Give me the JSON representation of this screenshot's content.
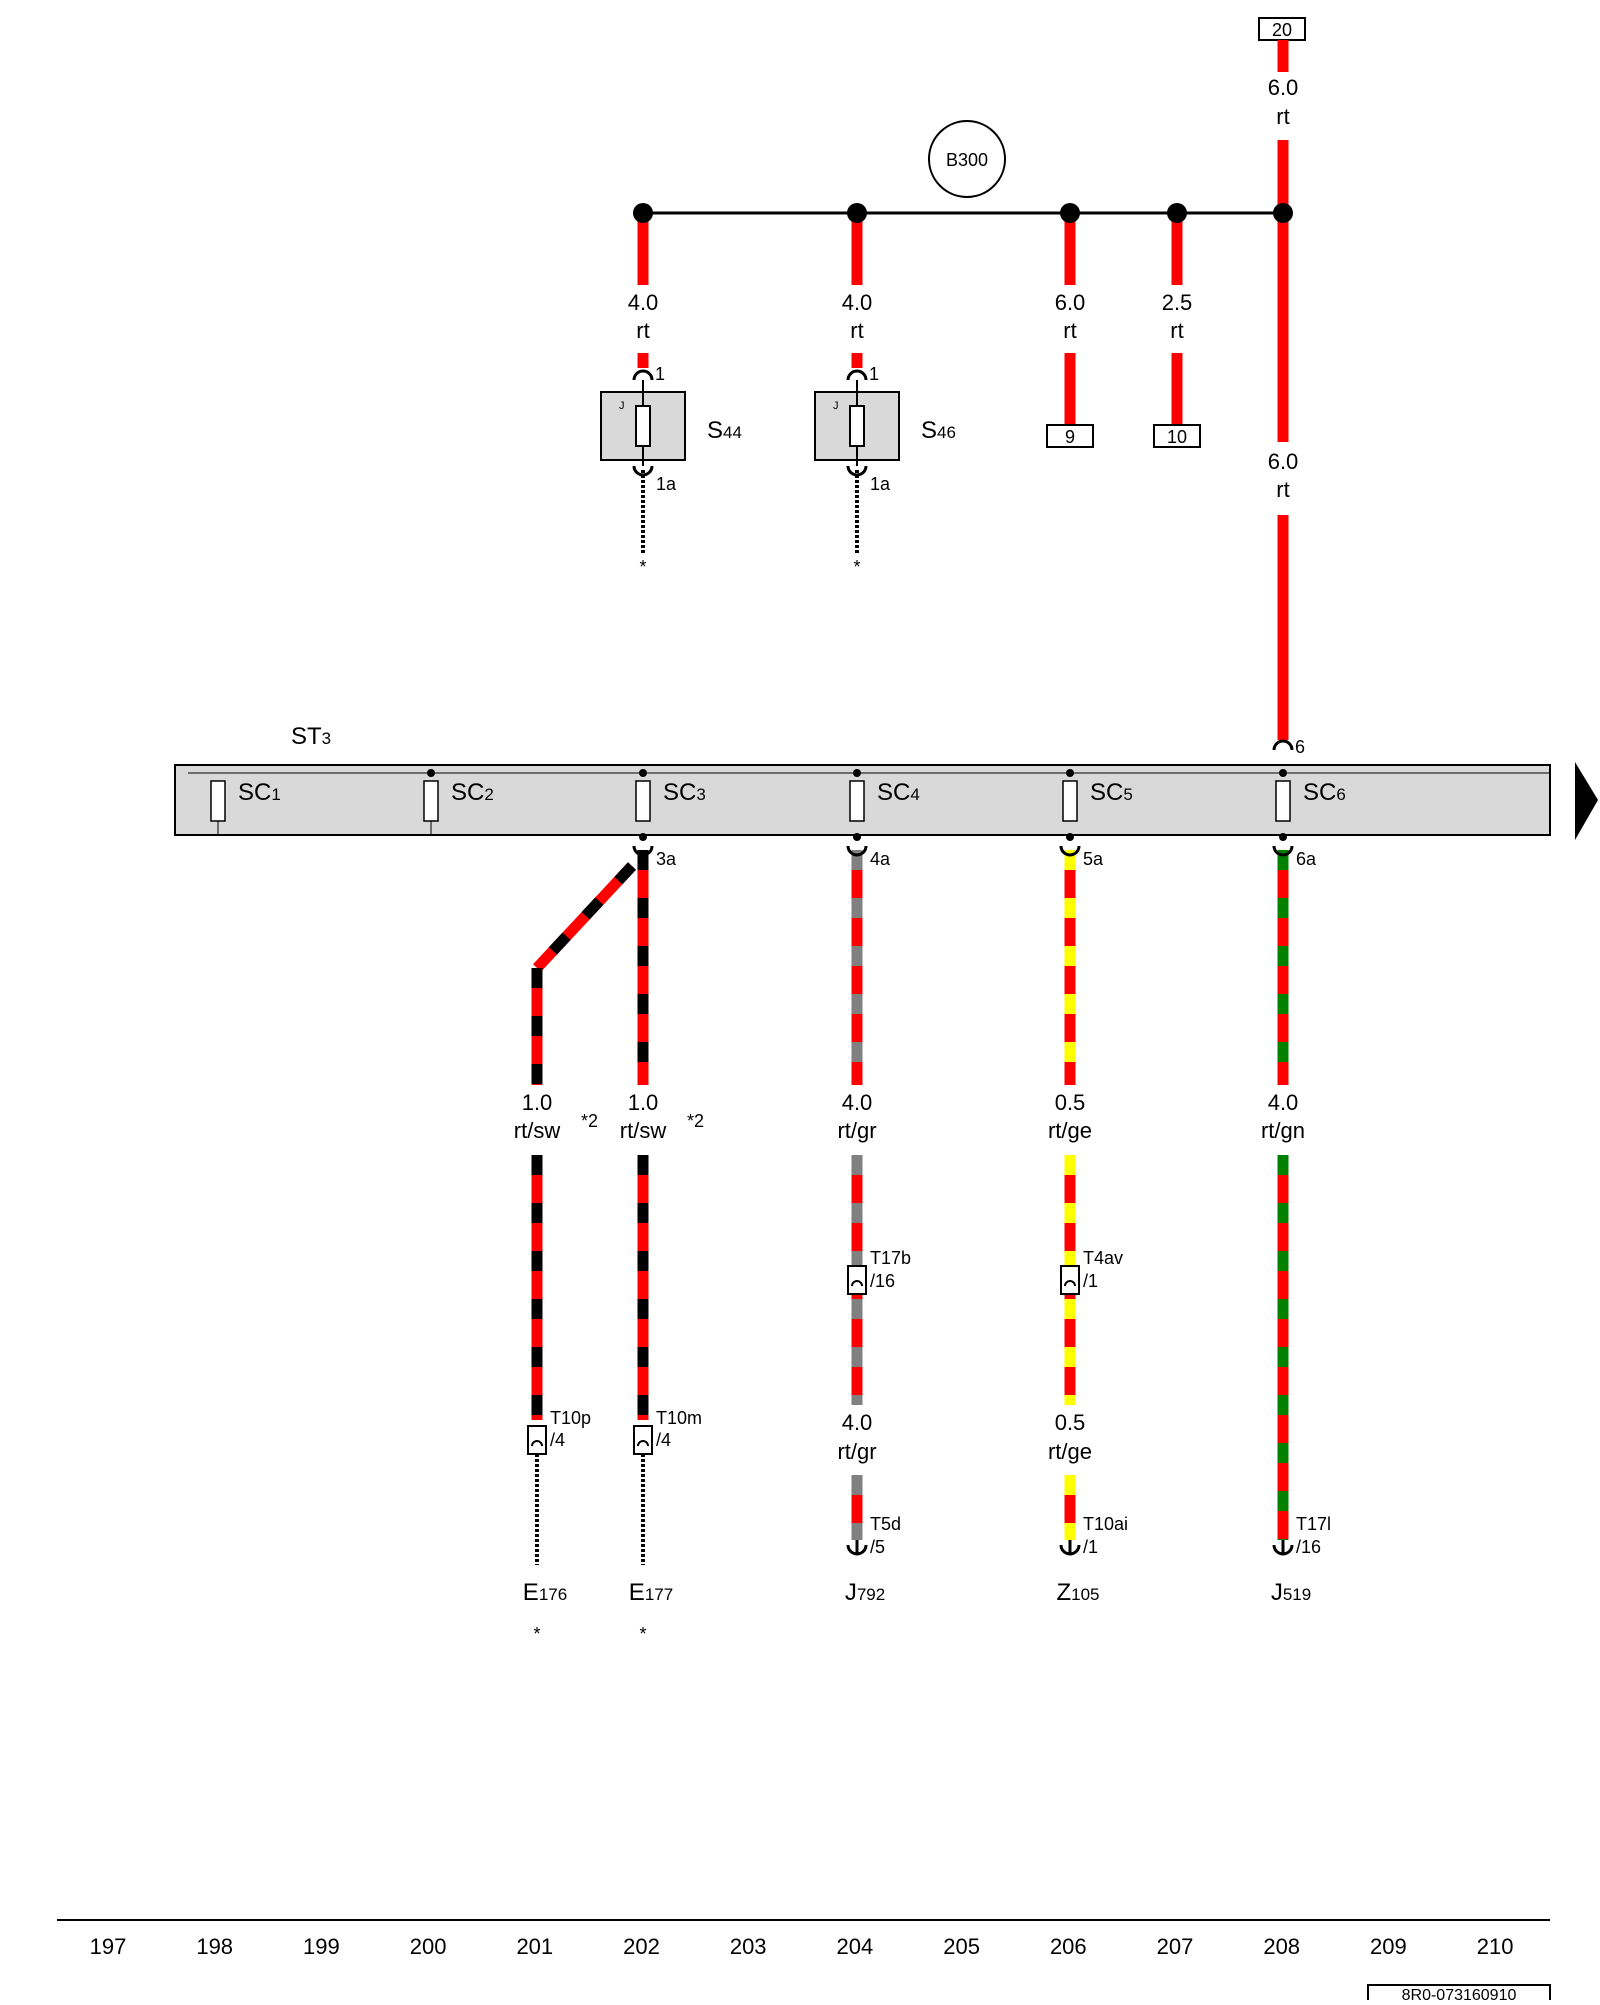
{
  "diagram": {
    "colors": {
      "rt": "#ff0000",
      "sw": "#000000",
      "gr": "#808080",
      "ge": "#ffff00",
      "gn": "#008000",
      "housing": "#d9d9d9"
    },
    "top_terminal": "20",
    "bus_label": "B300",
    "st_label": {
      "main": "ST",
      "sub": "3"
    },
    "fuses": [
      {
        "main": "SC",
        "sub": "1"
      },
      {
        "main": "SC",
        "sub": "2"
      },
      {
        "main": "SC",
        "sub": "3"
      },
      {
        "main": "SC",
        "sub": "4"
      },
      {
        "main": "SC",
        "sub": "5"
      },
      {
        "main": "SC",
        "sub": "6"
      }
    ],
    "fuse_in_pin": "6",
    "fuse_out_pins": [
      "3a",
      "4a",
      "5a",
      "6a"
    ],
    "upper_wires": [
      {
        "size": "4.0",
        "color": "rt"
      },
      {
        "size": "4.0",
        "color": "rt"
      },
      {
        "size": "6.0",
        "color": "rt"
      },
      {
        "size": "2.5",
        "color": "rt"
      },
      {
        "size": "6.0",
        "color": "rt"
      }
    ],
    "top_wire": {
      "size": "6.0",
      "color": "rt"
    },
    "terminals": [
      "9",
      "10"
    ],
    "relays": [
      {
        "main": "S",
        "sub": "44",
        "pin_in": "1",
        "pin_out": "1a",
        "mark": "J",
        "star": "*"
      },
      {
        "main": "S",
        "sub": "46",
        "pin_in": "1",
        "pin_out": "1a",
        "mark": "J",
        "star": "*"
      }
    ],
    "lower_wires": [
      {
        "size": "1.0",
        "color": "rt/sw",
        "note": "*2"
      },
      {
        "size": "1.0",
        "color": "rt/sw",
        "note": "*2"
      },
      {
        "size": "4.0",
        "color": "rt/gr",
        "note": ""
      },
      {
        "size": "0.5",
        "color": "rt/ge",
        "note": ""
      },
      {
        "size": "4.0",
        "color": "rt/gn",
        "note": ""
      }
    ],
    "mid_connectors": [
      {
        "name": "T17b",
        "pin": "/16"
      },
      {
        "name": "T4av",
        "pin": "/1"
      }
    ],
    "second_wires": [
      {
        "size": "4.0",
        "color": "rt/gr"
      },
      {
        "size": "0.5",
        "color": "rt/ge"
      }
    ],
    "end_connectors": [
      {
        "name": "T10p",
        "pin": "/4"
      },
      {
        "name": "T10m",
        "pin": "/4"
      },
      {
        "name": "T5d",
        "pin": "/5"
      },
      {
        "name": "T10ai",
        "pin": "/1"
      },
      {
        "name": "T17l",
        "pin": "/16"
      }
    ],
    "components": [
      {
        "main": "E",
        "sub": "176",
        "star": "*"
      },
      {
        "main": "E",
        "sub": "177",
        "star": "*"
      },
      {
        "main": "J",
        "sub": "792",
        "star": ""
      },
      {
        "main": "Z",
        "sub": "105",
        "star": ""
      },
      {
        "main": "J",
        "sub": "519",
        "star": ""
      }
    ],
    "ruler": [
      "197",
      "198",
      "199",
      "200",
      "201",
      "202",
      "203",
      "204",
      "205",
      "206",
      "207",
      "208",
      "209",
      "210"
    ],
    "doc_code": "8R0-073160910"
  }
}
